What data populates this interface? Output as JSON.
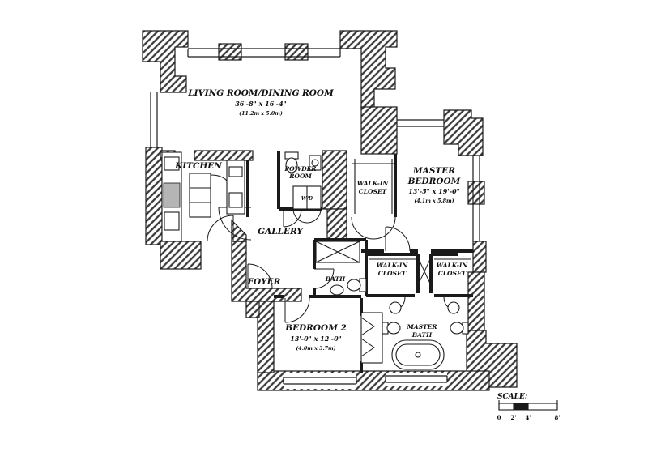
{
  "plan": {
    "rooms": {
      "living": {
        "line1": "LIVING ROOM/DINING ROOM",
        "dims": "36'-8\" x 16'-4\"",
        "metric": "(11.2m x 5.0m)"
      },
      "kitchen": {
        "line1": "KITCHEN"
      },
      "powder": {
        "line1": "POWDER",
        "line2": "ROOM"
      },
      "laundry": {
        "line1": "W/D"
      },
      "walkin_top": {
        "line1": "WALK-IN",
        "line2": "CLOSET"
      },
      "master_bedroom": {
        "line1": "MASTER",
        "line2": "BEDROOM",
        "dims": "13'-5\" x 19'-0\"",
        "metric": "(4.1m x 5.8m)"
      },
      "gallery": {
        "line1": "GALLERY"
      },
      "foyer": {
        "line1": "FOYER"
      },
      "bath": {
        "line1": "BATH"
      },
      "walkin_left": {
        "line1": "WALK-IN",
        "line2": "CLOSET"
      },
      "walkin_right": {
        "line1": "WALK-IN",
        "line2": "CLOSET"
      },
      "bedroom2": {
        "line1": "BEDROOM 2",
        "dims": "13'-0\" x 12'-0\"",
        "metric": "(4.0m x 3.7m)"
      },
      "master_bath": {
        "line1": "MASTER",
        "line2": "BATH"
      }
    },
    "scale": {
      "label": "SCALE:",
      "ticks": [
        "0",
        "2'",
        "4'",
        "8'"
      ]
    },
    "colors": {
      "ink": "#1a1a1a",
      "appliance_gray": "#b5b5b5",
      "background": "#ffffff"
    }
  }
}
